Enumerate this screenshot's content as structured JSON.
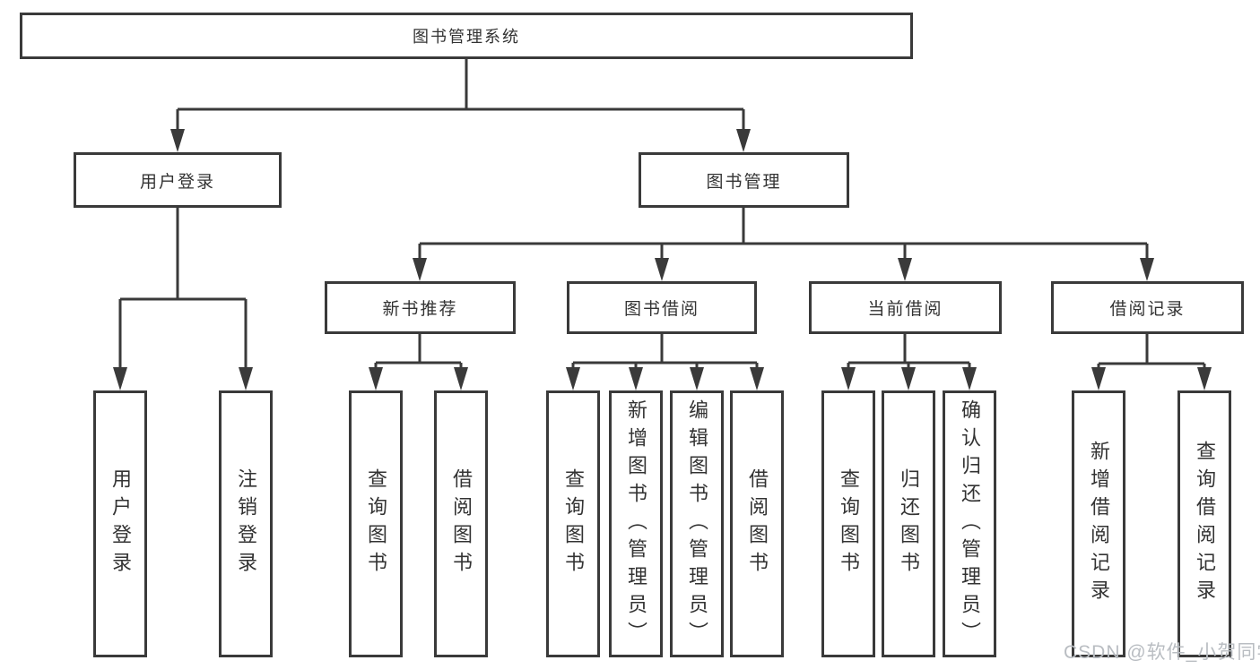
{
  "diagram_title": "图书管理系统",
  "nodes": {
    "root": "图书管理系统",
    "user_login": "用户登录",
    "book_mgmt": "图书管理",
    "new_book_rec": "新书推荐",
    "book_borrow": "图书借阅",
    "current_borrow": "当前借阅",
    "borrow_records": "借阅记录",
    "leaf_user_login": "用户登录",
    "leaf_logout": "注销登录",
    "leaf_query_book_1": "查询图书",
    "leaf_borrow_book_1": "借阅图书",
    "leaf_query_book_2": "查询图书",
    "leaf_add_book": "新增图书（管理员）",
    "leaf_edit_book": "编辑图书（管理员）",
    "leaf_borrow_book_2": "借阅图书",
    "leaf_query_book_3": "查询图书",
    "leaf_return_book": "归还图书",
    "leaf_confirm_return": "确认归还（管理员）",
    "leaf_add_record": "新增借阅记录",
    "leaf_query_record": "查询借阅记录"
  },
  "edges": [
    [
      "root",
      "user_login"
    ],
    [
      "root",
      "book_mgmt"
    ],
    [
      "user_login",
      "leaf_user_login"
    ],
    [
      "user_login",
      "leaf_logout"
    ],
    [
      "book_mgmt",
      "new_book_rec"
    ],
    [
      "book_mgmt",
      "book_borrow"
    ],
    [
      "book_mgmt",
      "current_borrow"
    ],
    [
      "book_mgmt",
      "borrow_records"
    ],
    [
      "new_book_rec",
      "leaf_query_book_1"
    ],
    [
      "new_book_rec",
      "leaf_borrow_book_1"
    ],
    [
      "book_borrow",
      "leaf_query_book_2"
    ],
    [
      "book_borrow",
      "leaf_add_book"
    ],
    [
      "book_borrow",
      "leaf_edit_book"
    ],
    [
      "book_borrow",
      "leaf_borrow_book_2"
    ],
    [
      "current_borrow",
      "leaf_query_book_3"
    ],
    [
      "current_borrow",
      "leaf_return_book"
    ],
    [
      "current_borrow",
      "leaf_confirm_return"
    ],
    [
      "borrow_records",
      "leaf_add_record"
    ],
    [
      "borrow_records",
      "leaf_query_record"
    ]
  ],
  "watermark": "CSDN @软件_小贺同学",
  "colors": {
    "line": "#3a3a3a",
    "text": "#333333",
    "background": "#ffffff",
    "watermark": "#b9bdc2"
  }
}
